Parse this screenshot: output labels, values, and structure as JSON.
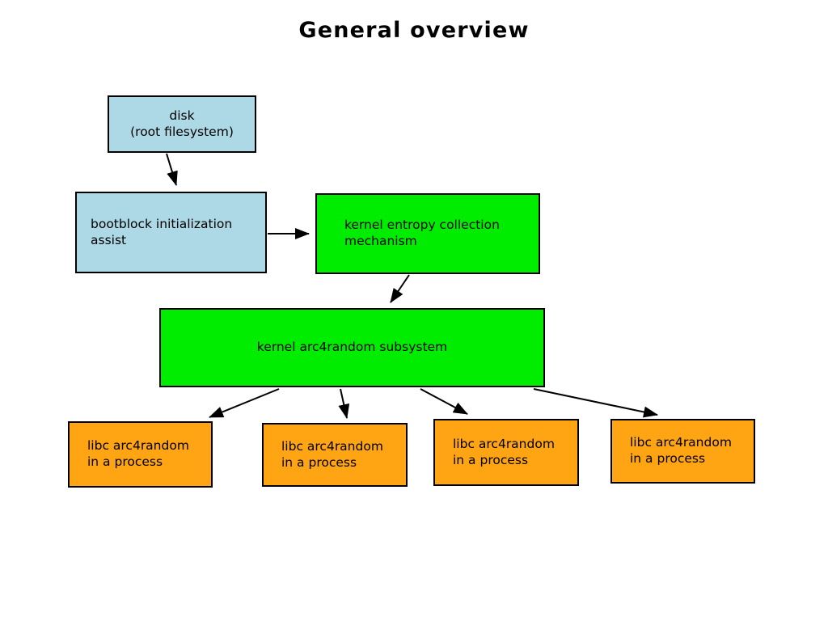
{
  "title": "General overview",
  "colors": {
    "background": "#ffffff",
    "stroke": "#000000",
    "disk_fill": "#add8e6",
    "bootblock_fill": "#add8e6",
    "kernel_fill": "#00ed00",
    "libc_fill": "#ffa413"
  },
  "nodes": [
    {
      "id": "disk",
      "lines": [
        "disk",
        "(root filesystem)"
      ],
      "fill": "#add8e6",
      "align": "center"
    },
    {
      "id": "bootblock",
      "lines": [
        "bootblock initialization",
        "assist"
      ],
      "fill": "#add8e6",
      "align": "left"
    },
    {
      "id": "entropy",
      "lines": [
        "kernel entropy collection",
        "mechanism"
      ],
      "fill": "#00ed00",
      "align": "left"
    },
    {
      "id": "subsystem",
      "lines": [
        "kernel arc4random subsystem"
      ],
      "fill": "#00ed00",
      "align": "center"
    },
    {
      "id": "libc1",
      "lines": [
        "libc arc4random",
        "in a process"
      ],
      "fill": "#ffa413",
      "align": "left"
    },
    {
      "id": "libc2",
      "lines": [
        "libc arc4random",
        "in a process"
      ],
      "fill": "#ffa413",
      "align": "left"
    },
    {
      "id": "libc3",
      "lines": [
        "libc arc4random",
        "in a process"
      ],
      "fill": "#ffa413",
      "align": "left"
    },
    {
      "id": "libc4",
      "lines": [
        "libc arc4random",
        "in a process"
      ],
      "fill": "#ffa413",
      "align": "left"
    }
  ],
  "edges": [
    {
      "id": "disk-to-bootblock",
      "from": "disk",
      "to": "bootblock"
    },
    {
      "id": "bootblock-to-entropy",
      "from": "bootblock",
      "to": "entropy"
    },
    {
      "id": "entropy-to-subsystem",
      "from": "entropy",
      "to": "subsystem"
    },
    {
      "id": "subsystem-to-libc1",
      "from": "subsystem",
      "to": "libc1"
    },
    {
      "id": "subsystem-to-libc2",
      "from": "subsystem",
      "to": "libc2"
    },
    {
      "id": "subsystem-to-libc3",
      "from": "subsystem",
      "to": "libc3"
    },
    {
      "id": "subsystem-to-libc4",
      "from": "subsystem",
      "to": "libc4"
    }
  ]
}
